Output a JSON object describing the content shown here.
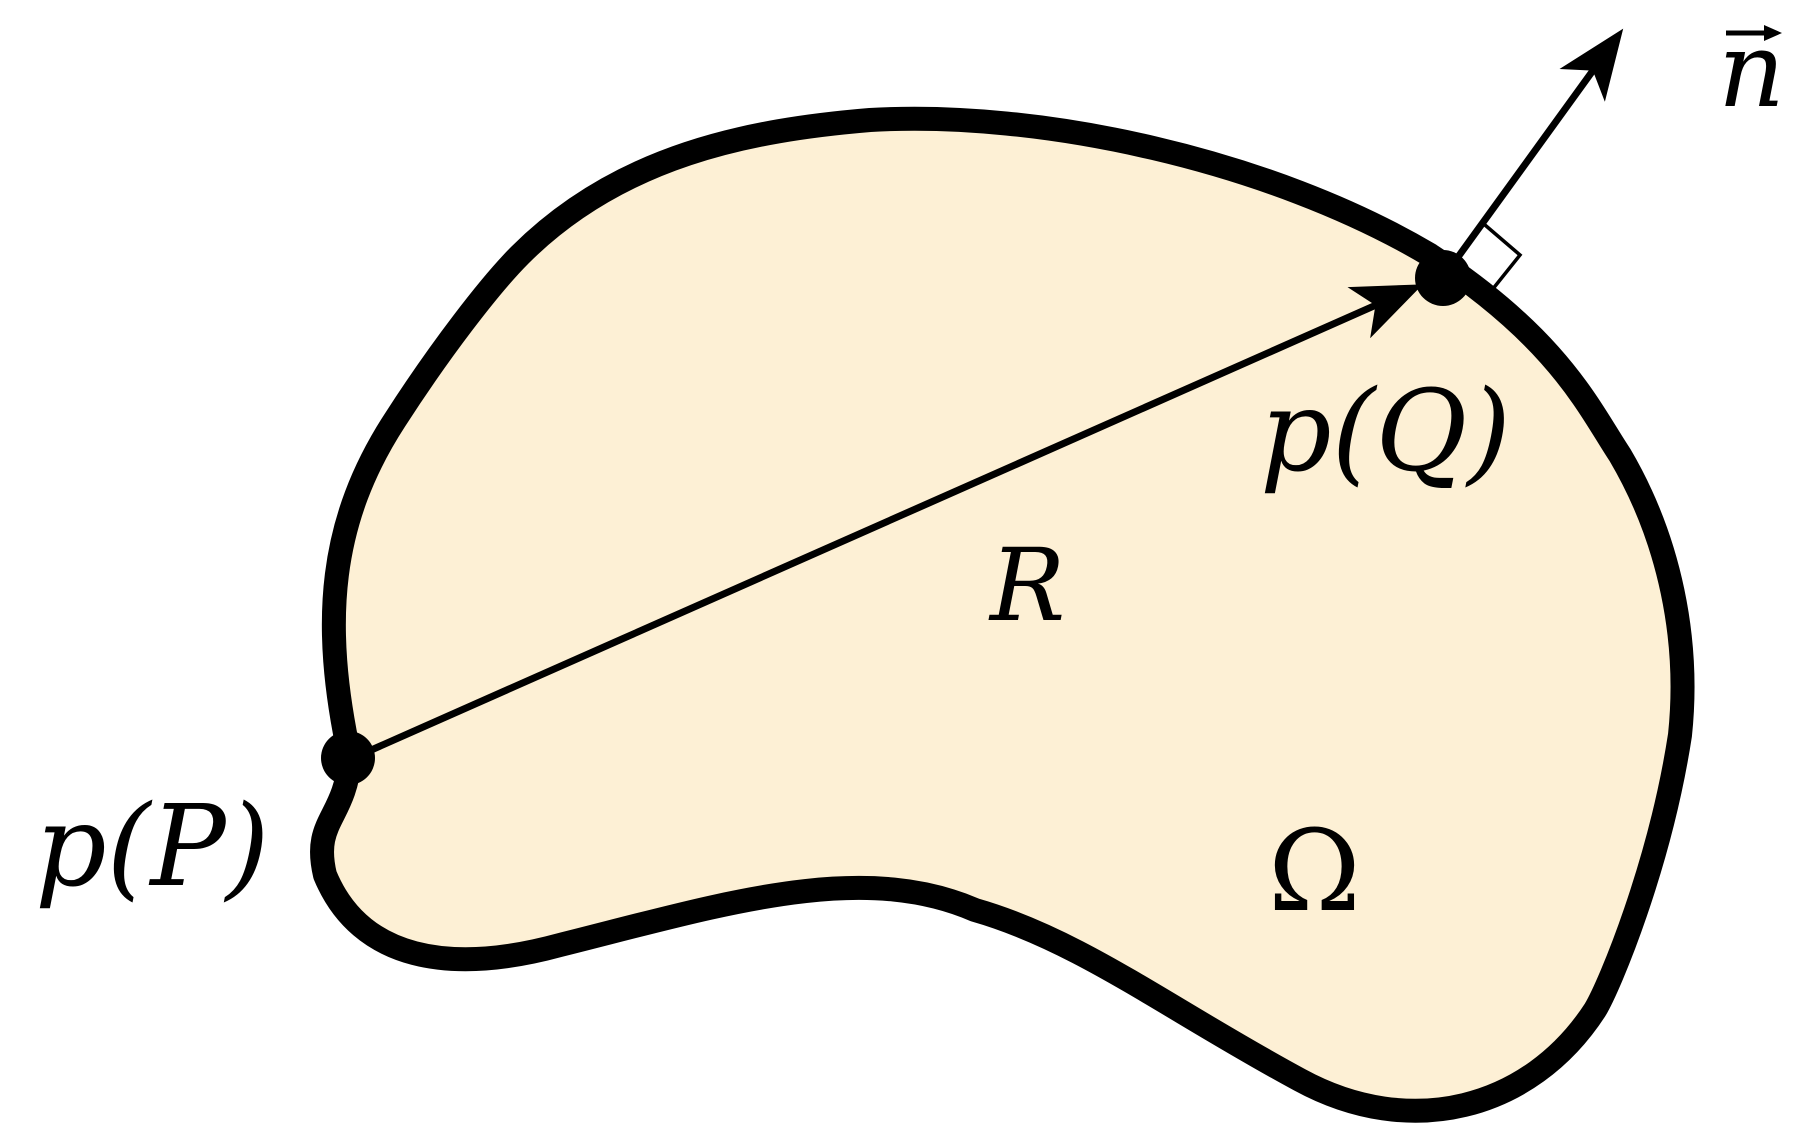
{
  "labels": {
    "point_p": "p(P)",
    "point_q": "p(Q)",
    "distance": "R",
    "domain": "Ω",
    "normal": "n"
  },
  "colors": {
    "region_fill": "#FDF0D5",
    "stroke": "#000000"
  }
}
